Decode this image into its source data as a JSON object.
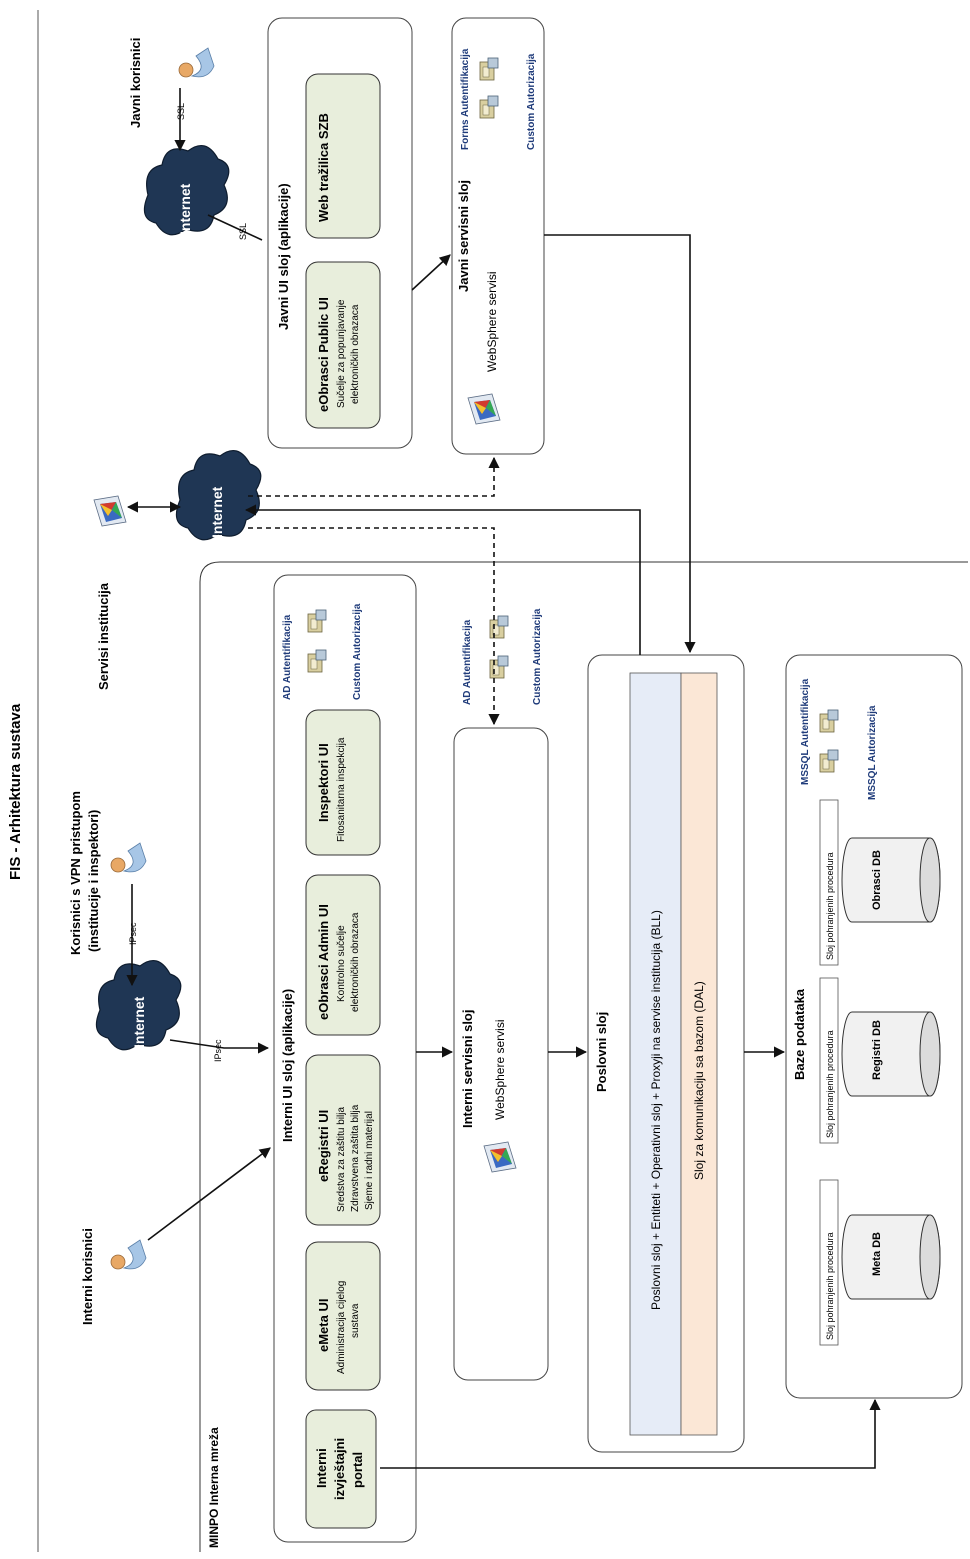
{
  "title": "FIS - Arhitektura sustava",
  "network": {
    "minpo_label": "MINPO Interna mreža"
  },
  "actors": {
    "interni_korisnici": "Interni korisnici",
    "vpn_korisnici_line1": "Korisnici s VPN pristupom",
    "vpn_korisnici_line2": "(institucije i inspektori)",
    "servisi_institucija": "Servisi institucija",
    "javni_korisnici": "Javni korisnici"
  },
  "clouds": {
    "internet_label": "Internet"
  },
  "connection_labels": {
    "ipsec": "IPsec",
    "ssl": "SSL"
  },
  "interni_ui": {
    "title": "Interni UI sloj (aplikacije)",
    "reporting_portal_line1": "Interni",
    "reporting_portal_line2": "izvještajni",
    "reporting_portal_line3": "portal",
    "emeta_title": "eMeta UI",
    "emeta_sub1": "Administracija cijelog",
    "emeta_sub2": "sustava",
    "eregistri_title": "eRegistri UI",
    "eregistri_sub1": "Sredstva za zaštitu bilja",
    "eregistri_sub2": "Zdravstvena zaštita bilja",
    "eregistri_sub3": "Sjeme i radni materijal",
    "eobrasci_admin_title": "eObrasci Admin UI",
    "eobrasci_admin_sub1": "Kontrolno sučelje",
    "eobrasci_admin_sub2": "elektroničkih obrazaca",
    "inspektori_title": "Inspektori UI",
    "inspektori_sub1": "Fitosanitarna inspekcija",
    "ad_auth": "AD Autentifikacija",
    "custom_auth": "Custom Autorizacija"
  },
  "interni_servisni": {
    "title": "Interni servisni sloj",
    "websphere": "WebSphere servisi",
    "ad_auth": "AD Autentifikacija",
    "custom_auth": "Custom Autorizacija"
  },
  "poslovni": {
    "title": "Poslovni sloj",
    "bll": "Poslovni sloj + Entiteti + Operativni sloj + Proxyji na servise institucija (BLL)",
    "dal": "Sloj za komunikaciju sa bazom (DAL)"
  },
  "baze": {
    "title": "Baze podataka",
    "stored_procs": "Sloj pohranjenih procedura",
    "meta_db": "Meta DB",
    "registri_db": "Registri DB",
    "obrasci_db": "Obrasci DB",
    "mssql_auth": "MSSQL Autentifikacija",
    "mssql_authz": "MSSQL Autorizacija"
  },
  "javni_ui": {
    "title": "Javni UI sloj (aplikacije)",
    "eobrasci_public_title": "eObrasci Public UI",
    "eobrasci_public_sub1": "Sučelje za popunjavanje",
    "eobrasci_public_sub2": "elektroničkih obrazaca",
    "web_trazilica": "Web tražilica SZB"
  },
  "javni_servisni": {
    "title": "Javni servisni sloj",
    "websphere": "WebSphere servisi",
    "forms_auth": "Forms Autentifikacija",
    "custom_auth": "Custom Autorizacija"
  },
  "colors": {
    "ui_box_fill": "#e8eedc",
    "bll_fill": "#e6ecf7",
    "dal_fill": "#fbe7d6",
    "label_blue": "#1f3b7a",
    "cloud_dark": "#1f3654"
  }
}
